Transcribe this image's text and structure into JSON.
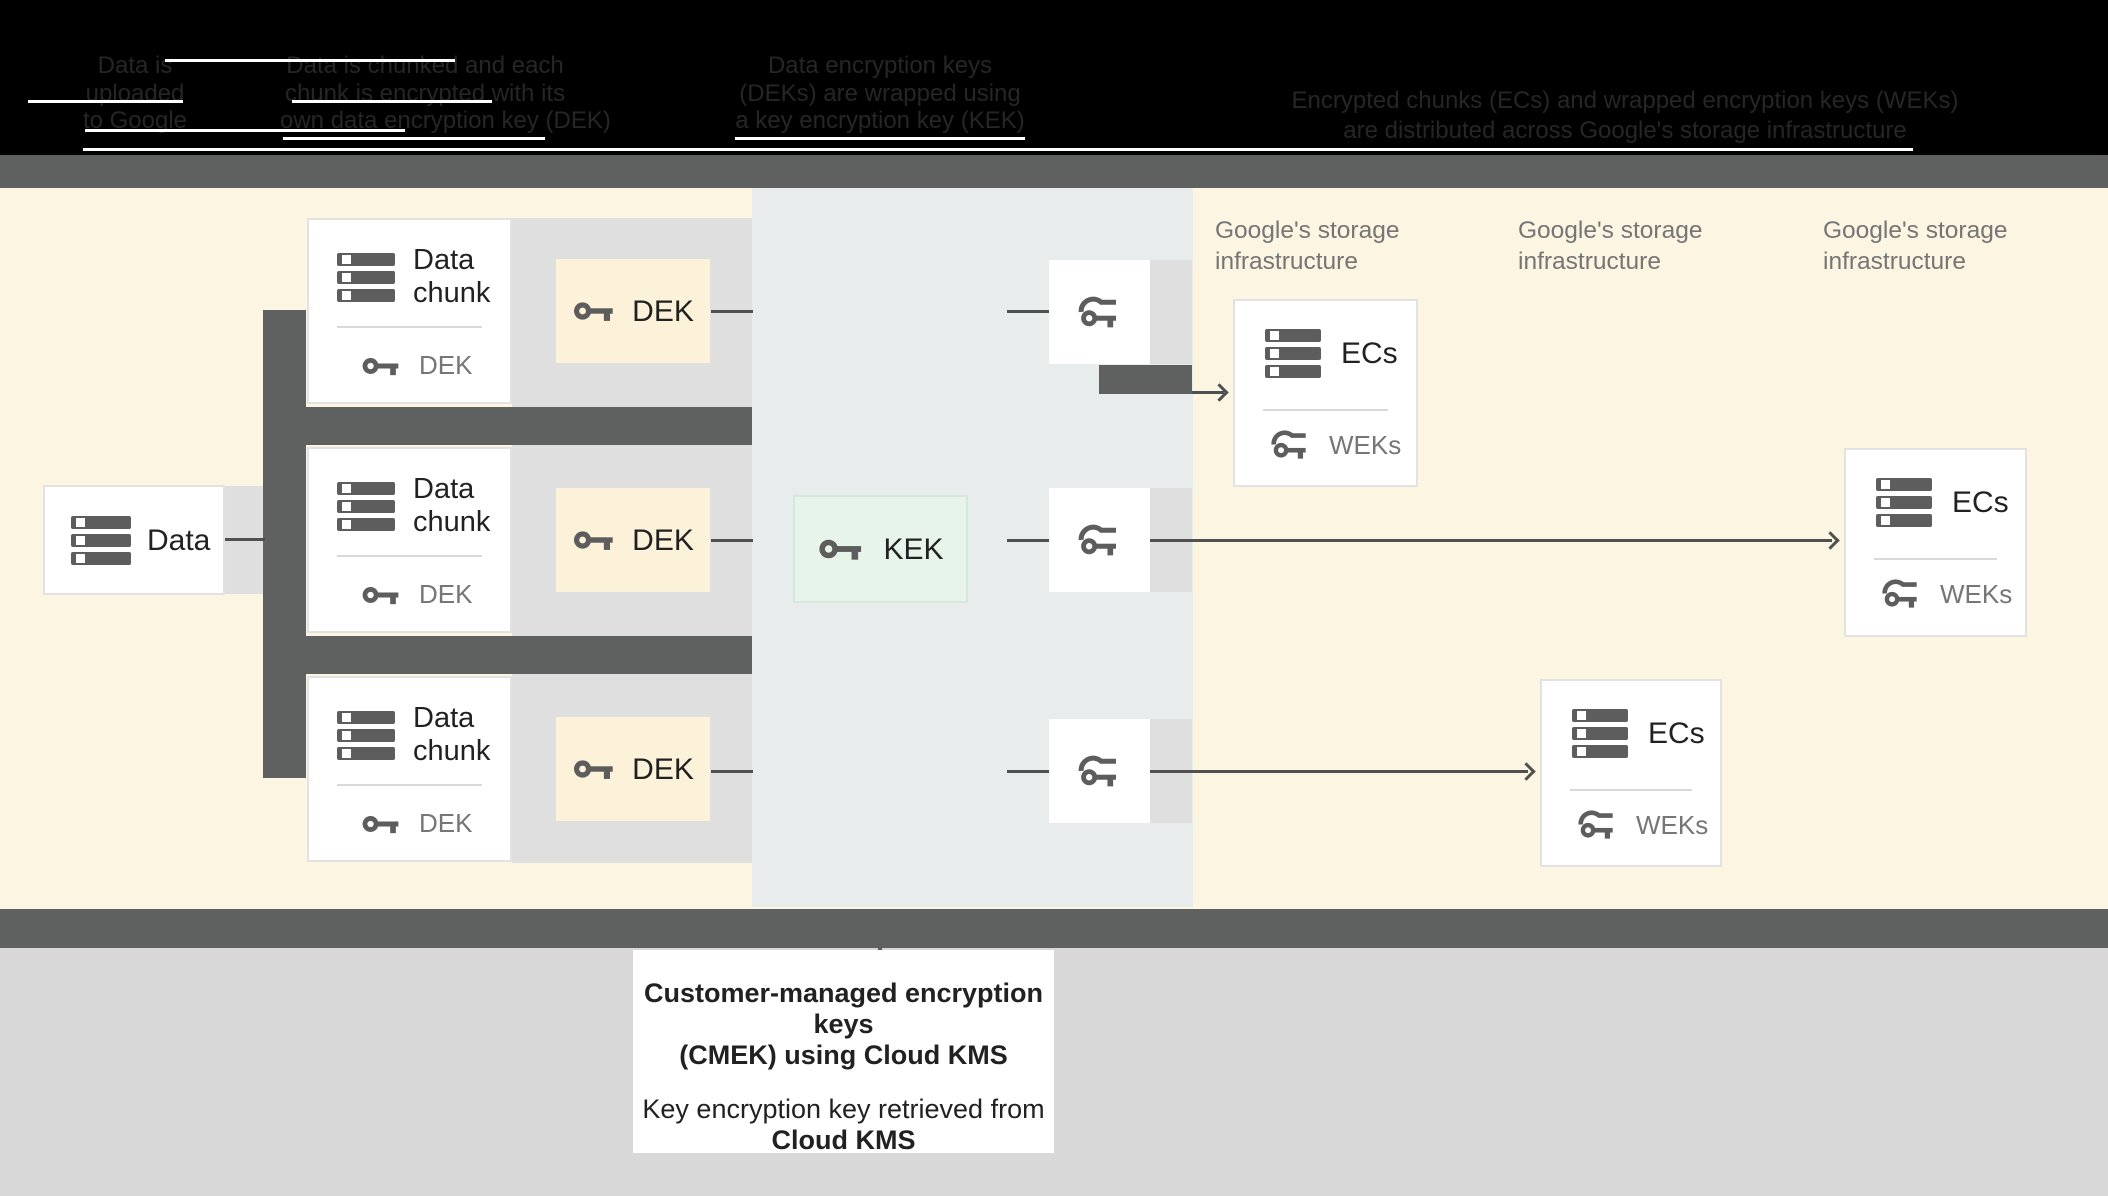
{
  "header": {
    "columns": [
      {
        "lines": [
          "Data is",
          "uploaded",
          "to Google"
        ]
      },
      {
        "lines": [
          "Data is chunked and each",
          "chunk is encrypted with its",
          "own data encryption key (DEK)"
        ]
      },
      {
        "lines": [
          "Data encryption keys",
          "(DEKs) are wrapped using",
          "a key encryption key (KEK)"
        ]
      },
      {
        "lines": [
          "Encrypted chunks (ECs) and wrapped encryption keys (WEKs)",
          "are distributed across Google's storage infrastructure"
        ]
      }
    ]
  },
  "diagram": {
    "data_label": "Data",
    "chunk_line1": "Data",
    "chunk_line2": "chunk",
    "chunk_key_label": "DEK",
    "dek_label": "DEK",
    "kek_label": "KEK",
    "storage_line1": "Google's storage",
    "storage_line2": "infrastructure",
    "ecs_label": "ECs",
    "weks_label": "WEKs"
  },
  "note": {
    "line1": "Customer-managed encryption keys",
    "line2": "(CMEK) using Cloud KMS",
    "line3": "Key encryption key retrieved from",
    "line4": "Cloud KMS"
  },
  "icons": {
    "data_stack": "stacked-data-rows",
    "key": "key",
    "wrapped_key": "key-with-wrap-arc",
    "arrow": "right-arrow"
  },
  "colors": {
    "cream": "#fcf5e2",
    "yellow": "#fcf2d9",
    "bluegray": "#e8eced",
    "green": "#e6f4ea",
    "panelgray": "#dfdfdf",
    "band": "#5f6060",
    "bottomgray": "#d8d8d8",
    "icon": "#5d5d5d",
    "text": "#212121",
    "subtext": "#767676"
  }
}
